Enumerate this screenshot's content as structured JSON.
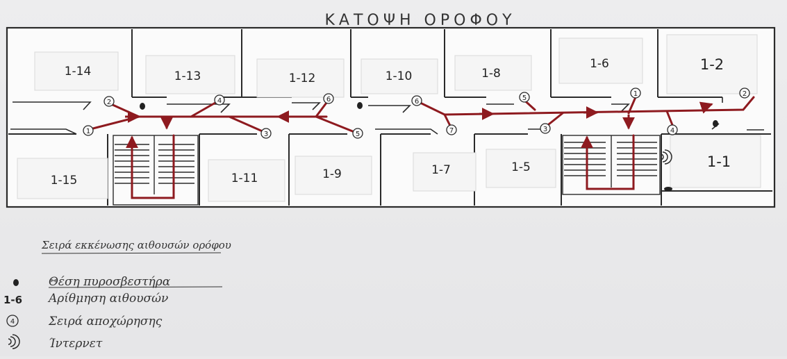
{
  "title": "ΚΑΤΟΨΗ ΟΡΟΦΟΥ",
  "rooms": {
    "r114": "1-14",
    "r113": "1-13",
    "r112": "1-12",
    "r110": "1-10",
    "r18": "1-8",
    "r16": "1-6",
    "r12": "1-2",
    "r115": "1-15",
    "r111": "1-11",
    "r19": "1-9",
    "r17": "1-7",
    "r15": "1-5",
    "r11": "1-1"
  },
  "evacuation_order": [
    "1",
    "2",
    "3",
    "4",
    "5",
    "6",
    "1",
    "2",
    "3",
    "4",
    "5",
    "6",
    "7"
  ],
  "legend": {
    "heading": "Σειρά εκκένωσης αιθουσών ορόφου",
    "extinguisher": "Θέση πυροσβεστήρα",
    "numbering_key": "1-6",
    "numbering": "Αρίθμηση αιθουσών",
    "order_key": "4",
    "order": "Σειρά αποχώρησης",
    "internet": "Ίντερνετ"
  },
  "colors": {
    "route": "#8e1a1f",
    "ink": "#2a2a2a",
    "paper": "#fafafa"
  },
  "icons": [
    "fire-extinguisher-icon",
    "wifi-icon",
    "stairs-icon",
    "arrow-icon"
  ]
}
